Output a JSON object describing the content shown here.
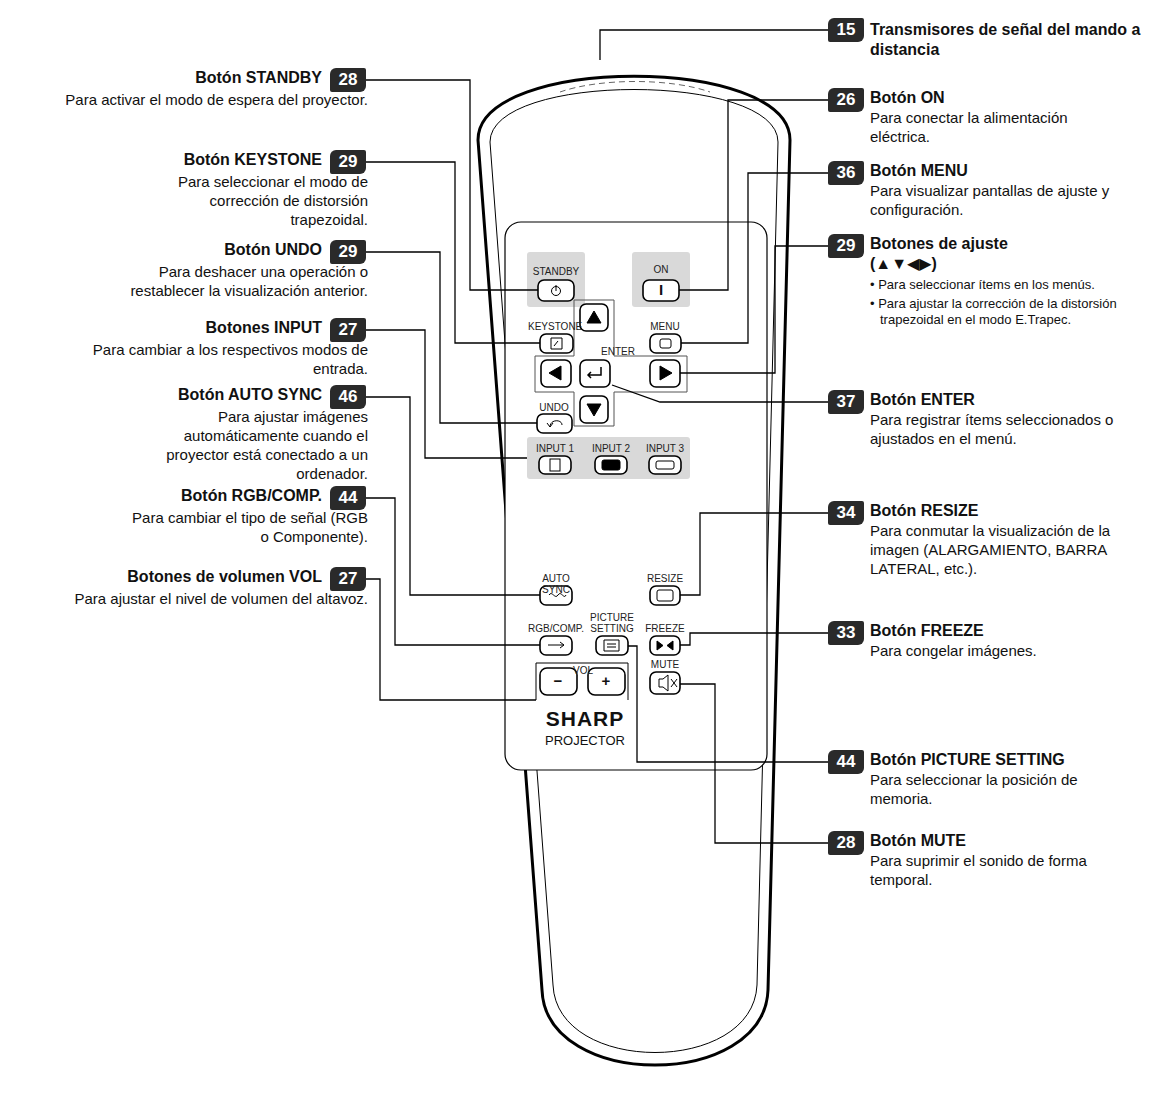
{
  "diagram": {
    "labels": [
      "15",
      "Transmisores de señal del mando a distancia",
      "26",
      "Botón ON",
      "Para conectar la alimentación eléctrica.",
      "36",
      "Botón MENU",
      "Para visualizar pantallas de ajuste y configuración.",
      "29",
      "Botones de ajuste (▲▼◀▶)",
      "• Para seleccionar ítems en los menús.",
      "• Para ajustar la corrección de la distorsión trapezoidal en el modo E.Trapec.",
      "37",
      "Botón ENTER",
      "Para registrar ítems seleccionados o ajustados en el menú.",
      "34",
      "Botón RESIZE",
      "Para conmutar la visualización de la imagen (ALARGAMIENTO, BARRA LATERAL, etc.).",
      "33",
      "Botón FREEZE",
      "Para congelar imágenes.",
      "44",
      "Botón PICTURE SETTING",
      "Para seleccionar la posición de memoria.",
      "28",
      "Botón MUTE",
      "Para suprimir el sonido de forma temporal.",
      "Botón STANDBY",
      "28",
      "Para activar el modo de espera del proyector.",
      "Botón KEYSTONE",
      "29",
      "Para seleccionar el modo de corrección de distorsión trapezoidal.",
      "Botón UNDO",
      "29",
      "Para deshacer una operación o restablecer la visualización anterior.",
      "Botones INPUT",
      "27",
      "Para cambiar a los respectivos modos de entrada.",
      "Botón AUTO SYNC",
      "46",
      "Para ajustar imágenes automáticamente cuando el proyector está conectado a un ordenador.",
      "Botón RGB/COMP.",
      "44",
      "Para cambiar el tipo de señal (RGB o Componente).",
      "Botones de volumen VOL",
      "27",
      "Para ajustar el nivel de volumen del altavoz.",
      "STANDBY",
      "ON",
      "KEYSTONE",
      "MENU",
      "ENTER",
      "UNDO",
      "INPUT 1",
      "INPUT 2",
      "INPUT 3",
      "AUTO SYNC",
      "RESIZE",
      "RGB/COMP.",
      "PICTURE SETTING",
      "FREEZE",
      "VOL",
      "MUTE",
      "−",
      "+",
      "I",
      "SHARP",
      "PROJECTOR"
    ]
  }
}
